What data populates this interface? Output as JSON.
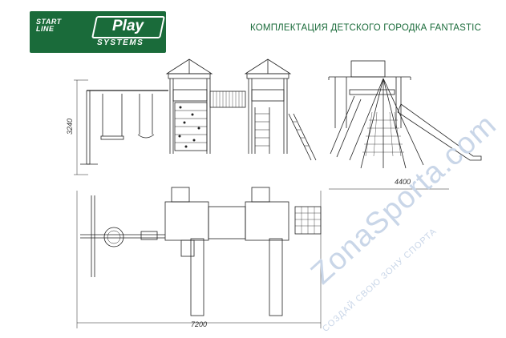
{
  "logo": {
    "start_line": "START\nLINE",
    "play": "Play",
    "systems": "SYSTEMS",
    "color": "#1a6b3a"
  },
  "header": {
    "title": "КОМПЛЕКТАЦИЯ ДЕТСКОГО ГОРОДКА FANTASTIC"
  },
  "dimensions": {
    "height": "3240",
    "depth": "4400",
    "width": "7200"
  },
  "views": [
    {
      "name": "front-elevation"
    },
    {
      "name": "side-elevation"
    },
    {
      "name": "top-plan"
    }
  ],
  "watermark": {
    "brand": "ZonaSporta.com",
    "tagline": "СОЗДАЙ СВОЮ ЗОНУ СПОРТА"
  }
}
